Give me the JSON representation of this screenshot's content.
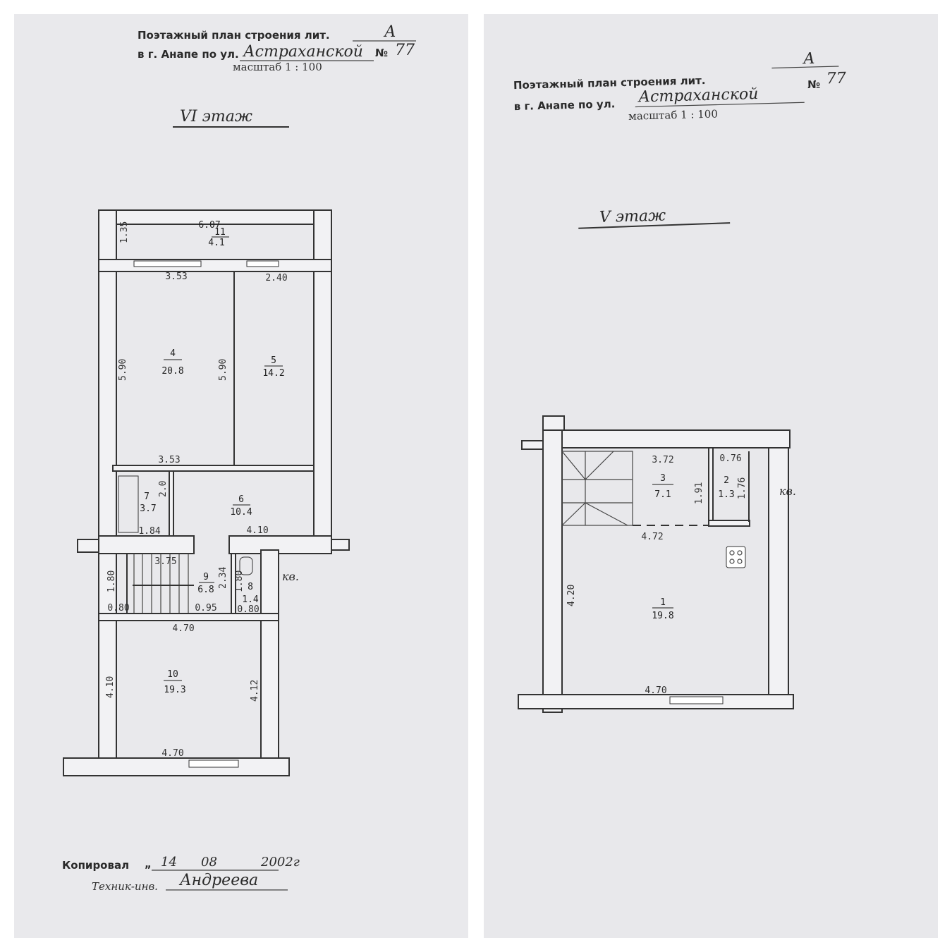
{
  "left_sheet": {
    "header_line1": "Поэтажный план строения лит.",
    "liter": "А",
    "header_line2": "в г. Анапе по ул.",
    "street": "Астраханской",
    "number_label": "№",
    "number": "77",
    "scale": "масштаб 1 : 100",
    "floor": "VI этаж",
    "rooms": [
      {
        "no": "11",
        "area": "4.1"
      },
      {
        "no": "4",
        "area": "20.8"
      },
      {
        "no": "5",
        "area": "14.2"
      },
      {
        "no": "6",
        "area": "10.4"
      },
      {
        "no": "7",
        "area": "3.7"
      },
      {
        "no": "9",
        "area": "6.8"
      },
      {
        "no": "8",
        "area": "1.4"
      },
      {
        "no": "10",
        "area": "19.3"
      }
    ],
    "dims": [
      "6.07",
      "1.35",
      "3.53",
      "2.40",
      "5.90",
      "5.90",
      "3.53",
      "2.0",
      "1.84",
      "4.10",
      "3.75",
      "1.80",
      "0.80",
      "2.34",
      "1.80",
      "0.95",
      "0.80",
      "4.70",
      "4.10",
      "4.12",
      "4.70"
    ],
    "kv": "кв.",
    "copied_label": "Копировал",
    "copied_day": "14",
    "copied_month": "08",
    "copied_year": "2002г",
    "tech_label": "Техник-инв.",
    "tech_name": "Андреева"
  },
  "right_sheet": {
    "header_line1": "Поэтажный план строения лит.",
    "liter": "А",
    "header_line2": "в г. Анапе по ул.",
    "street": "Астраханской",
    "number_label": "№",
    "number": "77",
    "scale": "масштаб 1 : 100",
    "floor": "V этаж",
    "rooms": [
      {
        "no": "3",
        "area": "7.1"
      },
      {
        "no": "2",
        "area": "1.3"
      },
      {
        "no": "1",
        "area": "19.8"
      }
    ],
    "dims": [
      "3.72",
      "0.76",
      "1.91",
      "1.76",
      "4.72",
      "4.20",
      "4.70"
    ],
    "kv": "кв."
  }
}
